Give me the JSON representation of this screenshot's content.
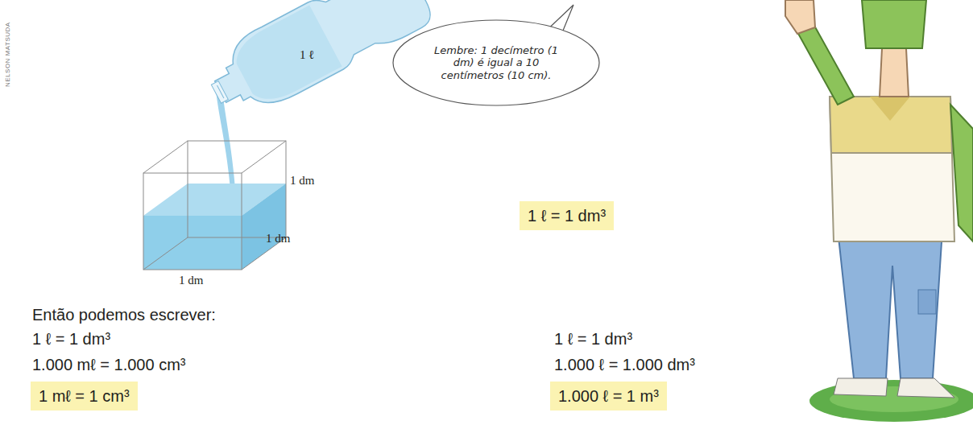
{
  "diagram": {
    "nodes": [
      {
        "text": [
          "Lembre: 1 decímetro (1 dm) é igual a 10 centímetros (10 cm)."
        ]
      },
      {
        "text": [
          "1 ℓ = 1 dm³"
        ]
      },
      {
        "text": [
          "1 mℓ = 1 cm³"
        ]
      },
      {
        "text": [
          "1.000 ℓ = 1 m³"
        ]
      }
    ],
    "labels": [
      "1 ℓ",
      "1 dm",
      "1 dm",
      "1 dm",
      "Então podemos escrever:",
      "1 ℓ = 1 dm³",
      "1.000 mℓ = 1.000 cm³",
      "1 ℓ = 1 dm³",
      "1.000 ℓ = 1.000 dm³",
      "NELSON MATSUDA"
    ]
  }
}
